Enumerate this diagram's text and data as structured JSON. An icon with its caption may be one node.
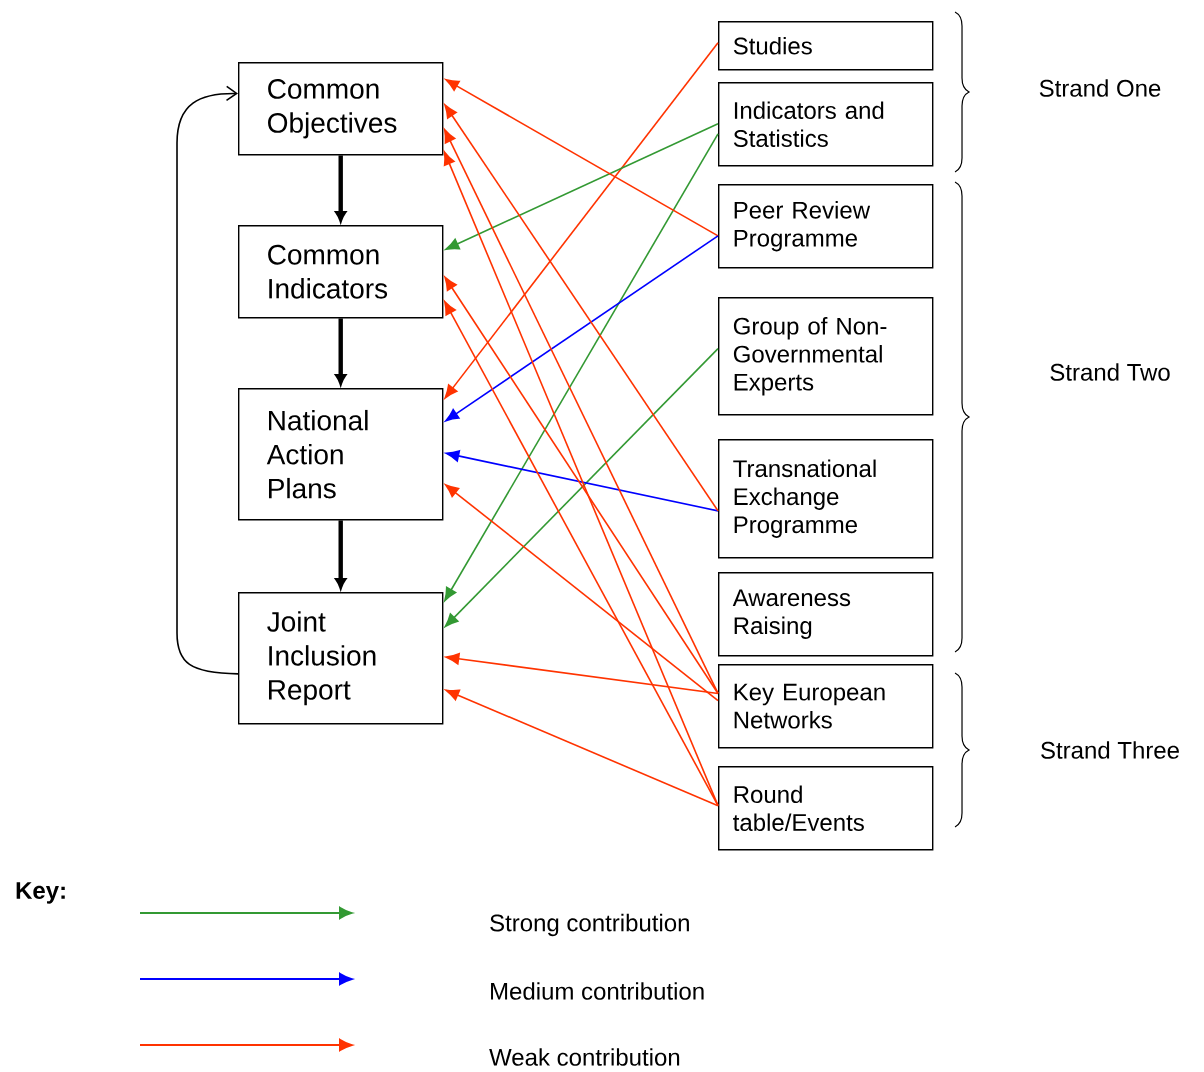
{
  "diagram": {
    "nodes": [
      {
        "text": [
          "Common Objectives"
        ]
      },
      {
        "text": [
          "Common Indicators"
        ]
      },
      {
        "text": [
          "National Action Plans"
        ]
      },
      {
        "text": [
          "Joint Inclusion Report"
        ]
      },
      {
        "text": [
          "Studies"
        ]
      },
      {
        "text": [
          "Indicators and Statistics"
        ]
      },
      {
        "text": [
          "Peer Review Programme"
        ]
      },
      {
        "text": [
          "Group of Non-Governmental Experts"
        ]
      },
      {
        "text": [
          "Transnational Exchange Programme"
        ]
      },
      {
        "text": [
          "Awareness Raising"
        ]
      },
      {
        "text": [
          "Key European Networks"
        ]
      },
      {
        "text": [
          "Round table/Events"
        ]
      }
    ],
    "edges": [
      {
        "from": 0,
        "to": 1,
        "arrow": "to",
        "style": "thick",
        "color": "#000000"
      },
      {
        "from": 1,
        "to": 2,
        "arrow": "to",
        "style": "thick",
        "color": "#000000"
      },
      {
        "from": 2,
        "to": 3,
        "arrow": "to",
        "style": "thick",
        "color": "#000000"
      },
      {
        "from": 3,
        "to": 0,
        "arrow": "to",
        "color": "#000000"
      },
      {
        "from": 4,
        "to": 2,
        "arrow": "to"
      },
      {
        "from": 5,
        "to": 1,
        "arrow": "to",
        "color": "#339933"
      },
      {
        "from": 5,
        "to": 3,
        "arrow": "to",
        "color": "#339933"
      },
      {
        "from": 6,
        "to": 0,
        "arrow": "to"
      },
      {
        "from": 6,
        "to": 2,
        "arrow": "to",
        "color": "#0000ff"
      },
      {
        "from": 7,
        "to": 3,
        "arrow": "to",
        "color": "#339933"
      },
      {
        "from": 8,
        "to": 2,
        "arrow": "to",
        "color": "#0000ff"
      },
      {
        "from": 8,
        "to": 0,
        "arrow": "to"
      },
      {
        "from": 10,
        "to": 0,
        "arrow": "to"
      },
      {
        "from": 10,
        "to": 1,
        "arrow": "to"
      },
      {
        "from": 10,
        "to": 2,
        "arrow": "to"
      },
      {
        "from": 10,
        "to": 3,
        "arrow": "to"
      },
      {
        "from": 11,
        "to": 0,
        "arrow": "to"
      },
      {
        "from": 11,
        "to": 1,
        "arrow": "to"
      },
      {
        "from": 11,
        "to": 3,
        "arrow": "to"
      }
    ],
    "labels": [
      "Strand One",
      "Strand Two",
      "Strand Three",
      "Key:"
    ],
    "legend": [
      {
        "text": "Strong contribution",
        "color": "#339933"
      },
      {
        "text": "Medium contribution",
        "color": "#0000ff"
      },
      {
        "text": "Weak contribution",
        "color": "#ff3300"
      }
    ]
  }
}
